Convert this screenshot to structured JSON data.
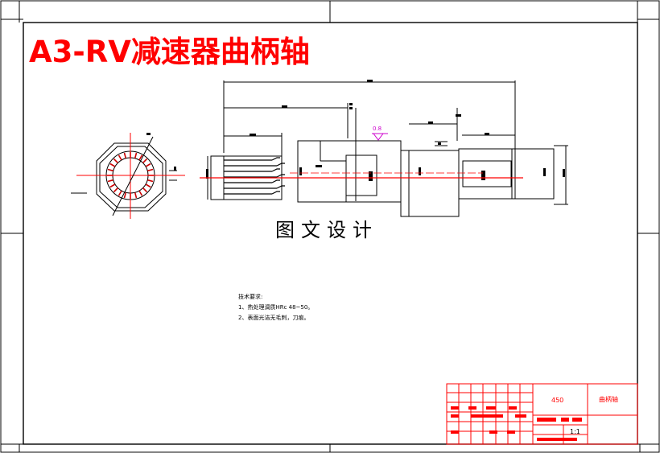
{
  "title": "A3-RV减速器曲柄轴",
  "watermark": "图文设计",
  "surface_roughness": "0.8",
  "technical_notes": {
    "heading": "技术要求:",
    "items": [
      "1、热处理调质HRc 48~50。",
      "2、表面光洁无毛刺，刀痕。"
    ]
  },
  "title_block": {
    "mass": "450",
    "part_name": "曲柄轴",
    "scale": "1:1"
  },
  "colors": {
    "border": "#000000",
    "title": "#ff0000",
    "title_block": "#ff0000",
    "centerline": "#ff0000",
    "roughness": "#cc00cc"
  }
}
